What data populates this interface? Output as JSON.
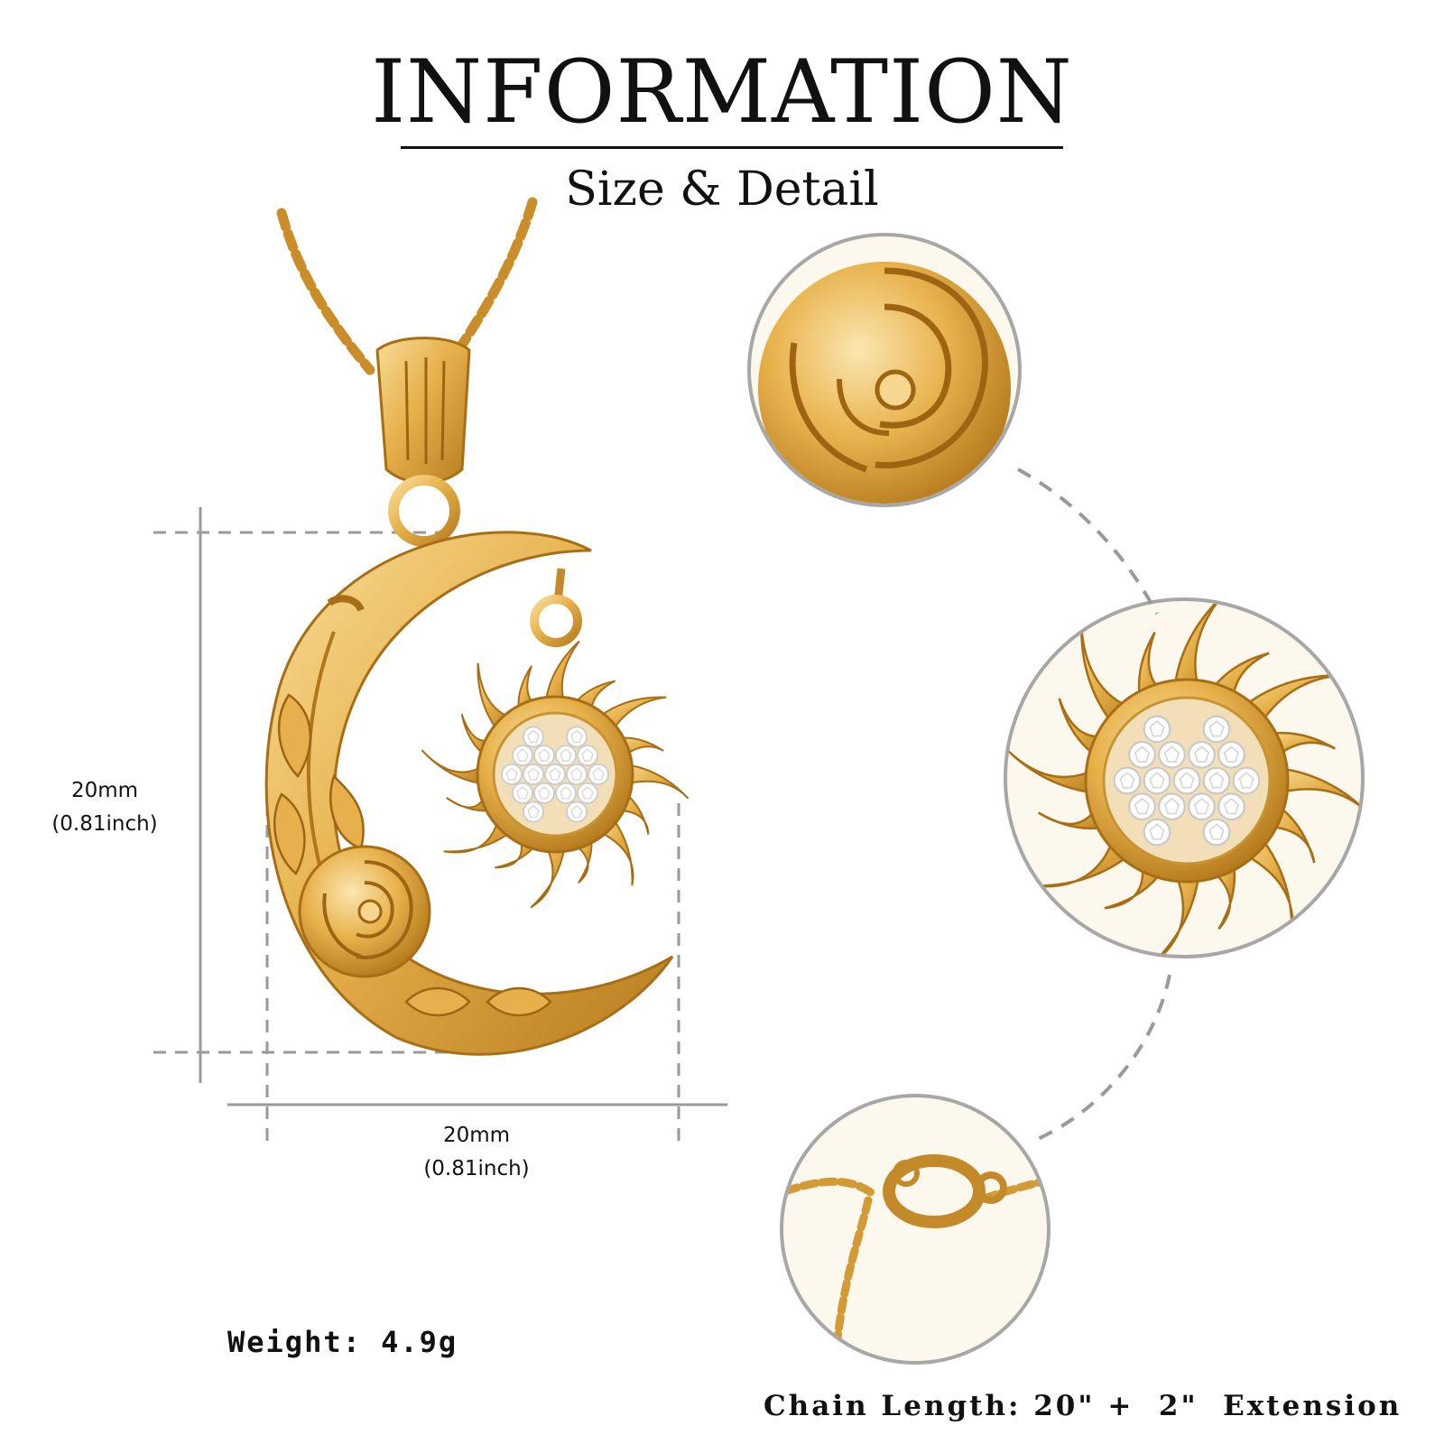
{
  "header": {
    "title": "INFORMATION",
    "subtitle": "Size & Detail"
  },
  "dimensions": {
    "height": {
      "mm": "20mm",
      "inch": "(0.81inch)"
    },
    "width": {
      "mm": "20mm",
      "inch": "(0.81inch)"
    }
  },
  "specs": {
    "weight": "Weight: 4.9g",
    "chain_length": "Chain Length: 20\" +  2\"  Extension"
  },
  "detail_views": [
    {
      "icon": "rose-detail"
    },
    {
      "icon": "sun-detail"
    },
    {
      "icon": "clasp-detail"
    }
  ],
  "colors": {
    "gold": "#e3ad3f",
    "gold_light": "#f6d48a",
    "gold_dark": "#b57a1b",
    "guide_gray": "#9a9a9a"
  }
}
